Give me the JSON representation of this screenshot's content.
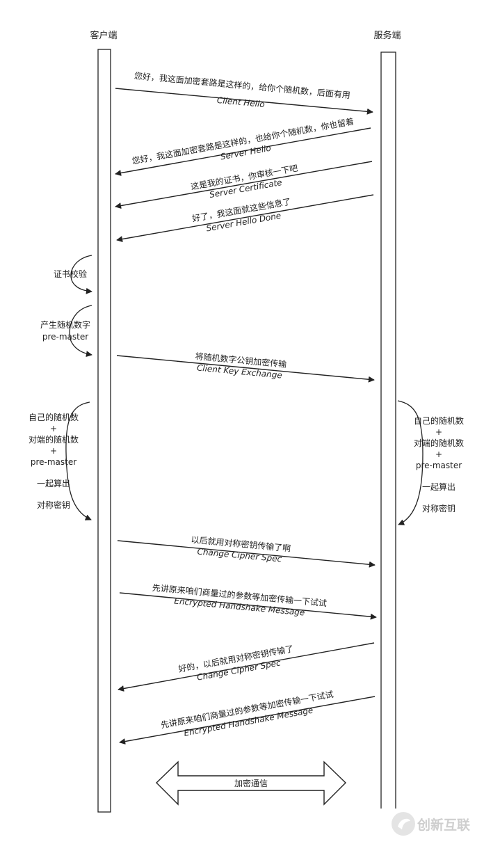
{
  "client": {
    "label": "客户端"
  },
  "server": {
    "label": "服务端"
  },
  "messages": [
    {
      "cn": "您好，我这面加密套路是这样的，给你个随机数，后面有用",
      "en": "Client Hello",
      "direction": "to-server"
    },
    {
      "cn": "您好，我这面加密套路是这样的，也给你个随机数，你也留着",
      "en": "Server Hello",
      "direction": "to-client"
    },
    {
      "cn": "这是我的证书，你审核一下吧",
      "en": "Server Certificate",
      "direction": "to-client"
    },
    {
      "cn": "好了，我这面就这些信息了",
      "en": "Server Hello Done",
      "direction": "to-client"
    },
    {
      "cn": "将随机数字公钥加密传输",
      "en": "Client Key Exchange",
      "direction": "to-server"
    },
    {
      "cn": "以后就用对称密钥传输了啊",
      "en": "Change Cipher Spec",
      "direction": "to-server"
    },
    {
      "cn": "先讲原来咱们商量过的参数等加密传输一下试试",
      "en": "Encrypted Handshake Message",
      "direction": "to-server"
    },
    {
      "cn": "好的，以后就用对称密钥传输了",
      "en": "Change Cipher Spec",
      "direction": "to-client"
    },
    {
      "cn": "先讲原来咱们商量过的参数等加密传输一下试试",
      "en": "Encrypted Handshake Message",
      "direction": "to-client"
    }
  ],
  "client_steps": {
    "verify": "证书校验",
    "premaster": [
      "产生随机数字",
      "pre-master"
    ]
  },
  "key_calc": {
    "lines": [
      "自己的随机数",
      "+",
      "对端的随机数",
      "+",
      "pre-master"
    ],
    "compute": "一起算出",
    "result": "对称密钥"
  },
  "encrypted_comm": "加密通信",
  "watermark": {
    "text": "创新互联"
  }
}
